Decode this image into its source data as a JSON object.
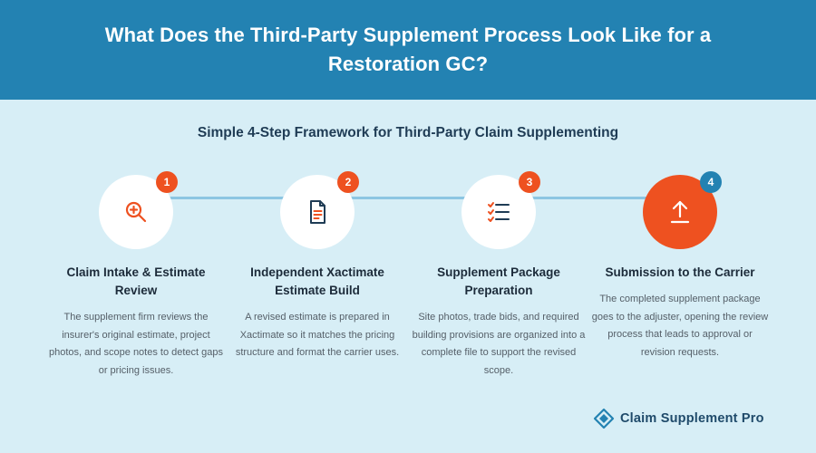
{
  "header": {
    "title": "What Does the Third-Party Supplement Process Look Like for a Restoration GC?"
  },
  "subtitle": "Simple 4-Step Framework for Third-Party Claim Supplementing",
  "steps": [
    {
      "number": "1",
      "icon": "magnifier-plus-icon",
      "title": "Claim Intake & Estimate Review",
      "description": "The supplement firm reviews the insurer's original estimate, project photos, and scope notes to detect gaps or pricing issues."
    },
    {
      "number": "2",
      "icon": "document-icon",
      "title": "Independent Xactimate Estimate Build",
      "description": "A revised estimate is prepared in Xactimate so it matches the pricing structure and format the carrier uses."
    },
    {
      "number": "3",
      "icon": "checklist-icon",
      "title": "Supplement Package Preparation",
      "description": "Site photos, trade bids, and required building provisions are organized into a complete file to support the revised scope."
    },
    {
      "number": "4",
      "icon": "upload-icon",
      "title": "Submission to the Carrier",
      "description": "The completed supplement package goes to the adjuster, opening the review process that leads to approval or revision requests."
    }
  ],
  "brand": {
    "name": "Claim Supplement Pro",
    "icon": "diamond-logo-icon"
  },
  "colors": {
    "header": "#2382b2",
    "background": "#d7eef6",
    "accent": "#ee5120",
    "connector": "#8cc6e2"
  }
}
